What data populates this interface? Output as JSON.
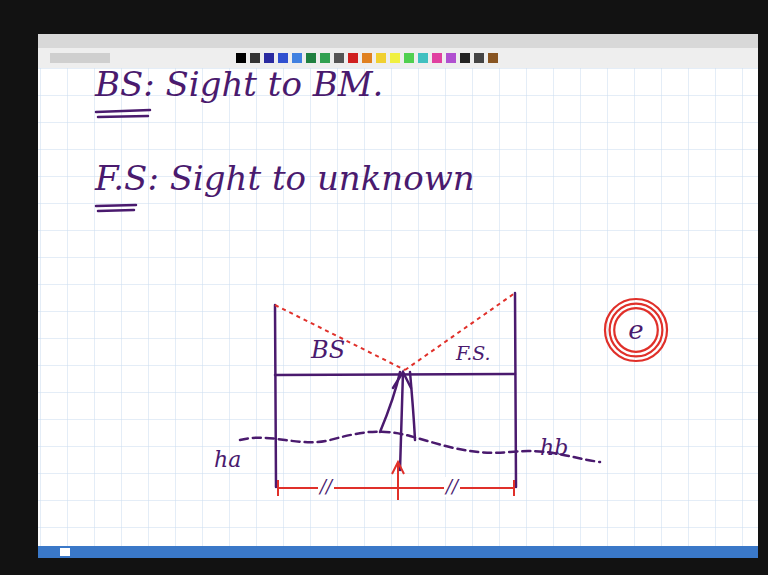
{
  "diagram": {
    "nodes": [
      {
        "text": [
          "e"
        ]
      }
    ],
    "labels": [
      "BS: Sight to BM.",
      "F.S: Sight to unknown",
      "BS",
      "F.S.",
      "ha",
      "hb",
      "//",
      "//"
    ]
  }
}
